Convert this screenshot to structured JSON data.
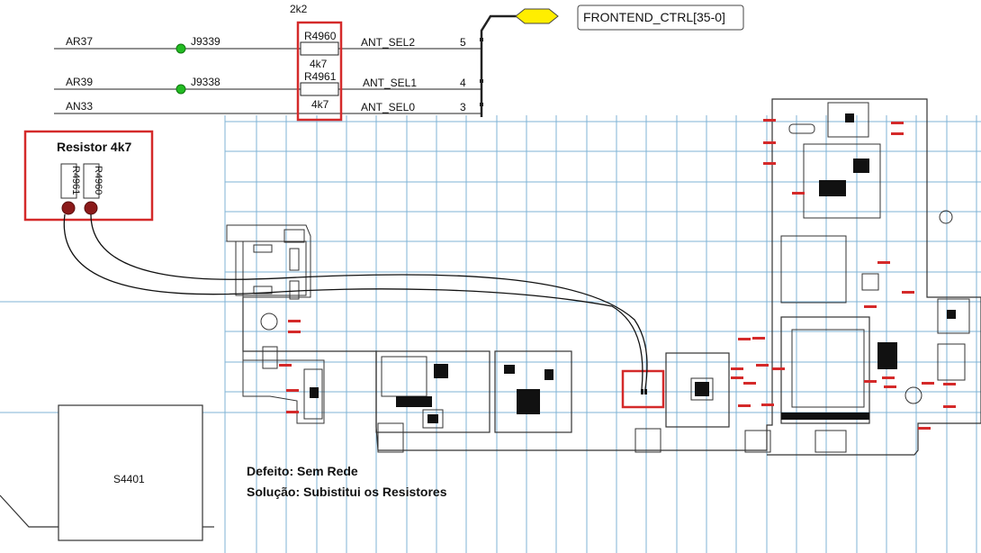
{
  "schematic": {
    "header_value": "2k2",
    "nets": [
      {
        "name": "AR37",
        "testpoint": "J9339",
        "output": "ANT_SEL2",
        "pin": "5"
      },
      {
        "name": "AR39",
        "testpoint": "J9338",
        "output": "ANT_SEL1",
        "pin": "4"
      },
      {
        "name": "AN33",
        "testpoint": "",
        "output": "ANT_SEL0",
        "pin": "3"
      }
    ],
    "resistors": [
      {
        "ref": "R4960",
        "value": "4k7"
      },
      {
        "ref": "R4961",
        "value": "4k7"
      }
    ],
    "bus_label": "FRONTEND_CTRL[35-0]"
  },
  "callout": {
    "title": "Resistor 4k7",
    "parts": [
      "R4961",
      "R4960"
    ]
  },
  "board": {
    "component_label": "S4401"
  },
  "notes": {
    "defect": "Defeito: Sem Rede",
    "solution": "Solução: Subistitui os Resistores"
  },
  "colors": {
    "grid": "#7fb3d5",
    "highlight": "#d42a2a",
    "testpoint": "#22bb22",
    "bus_flag": "#ffee00",
    "pad": "#8b1a1a"
  }
}
